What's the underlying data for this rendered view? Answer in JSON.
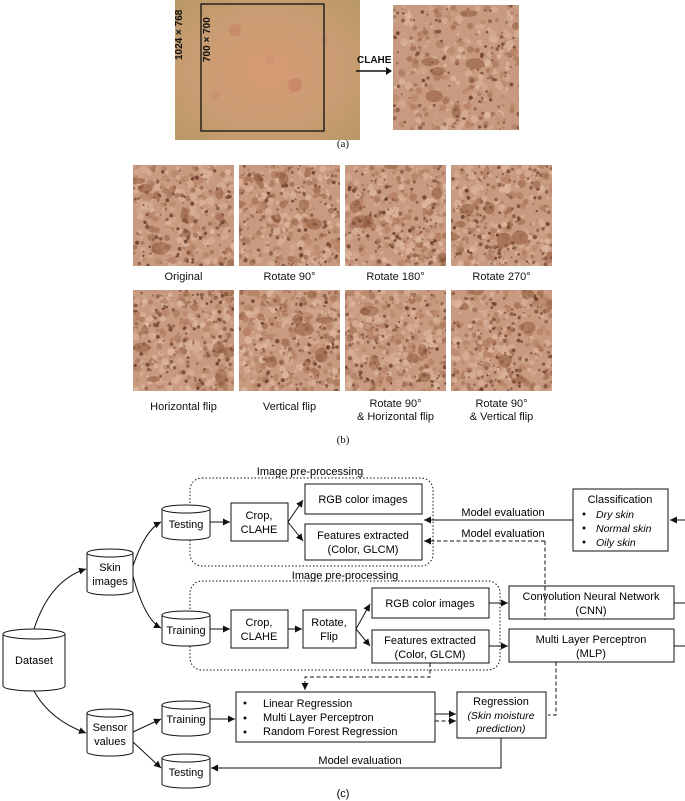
{
  "panel_a": {
    "outer_size": "1024 × 768",
    "crop_size": "700 × 700",
    "arrow_label": "CLAHE",
    "caption": "(a)"
  },
  "panel_b": {
    "captions": [
      "Original",
      "Rotate 90°",
      "Rotate 180°",
      "Rotate 270°",
      "Horizontal flip",
      "Vertical flip",
      "Rotate 90°",
      "& Horizontal flip",
      "Rotate 90°",
      "& Vertical flip"
    ],
    "caption": "(b)"
  },
  "panel_c": {
    "dataset": "Dataset",
    "skin_images": [
      "Skin",
      "images"
    ],
    "sensor_values": [
      "Sensor",
      "values"
    ],
    "testing": "Testing",
    "training": "Training",
    "preprocessing_title": "Image pre-processing",
    "crop_clahe": [
      "Crop,",
      "CLAHE"
    ],
    "rotate_flip": [
      "Rotate,",
      "Flip"
    ],
    "rgb_images": "RGB color images",
    "features": [
      "Features extracted",
      "(Color, GLCM)"
    ],
    "model_evaluation": "Model evaluation",
    "classification": {
      "title": "Classification",
      "items": [
        "Dry skin",
        "Normal skin",
        "Oily skin"
      ]
    },
    "cnn": [
      "Convolution Neural Network",
      "(CNN)"
    ],
    "mlp": [
      "Multi Layer Perceptron",
      "(MLP)"
    ],
    "regressors": [
      "Linear Regression",
      "Multi Layer Perceptron",
      "Random Forest Regression"
    ],
    "regression": [
      "Regression",
      "(Skin moisture",
      "prediction)"
    ],
    "caption": "(c)"
  }
}
